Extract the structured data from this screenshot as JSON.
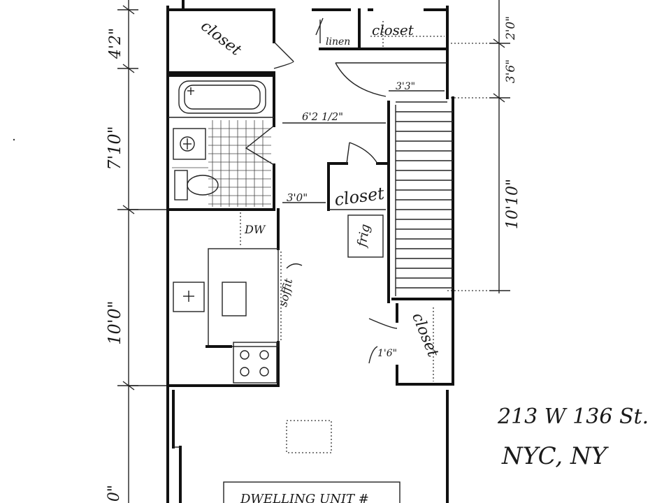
{
  "rooms": {
    "closet_top_left": "closet",
    "linen": "linen",
    "closet_top_right": "closet",
    "closet_middle": "closet",
    "frig": "frig",
    "dw": "DW",
    "soffit": "soffit",
    "closet_lower_right": "closet",
    "dwelling_unit": "DWELLING UNIT #"
  },
  "dimensions": {
    "left_top": "4'2\"",
    "left_bath": "7'10\"",
    "left_kitchen": "10'0\"",
    "left_bottom": "0\"",
    "right_top": "2'0\"",
    "right_second": "3'6\"",
    "right_stair": "10'10\"",
    "hall_width": "6'2 1/2\"",
    "stair_width": "3'3\"",
    "door_width": "3'0\"",
    "closet_depth": "1'6\""
  },
  "address": {
    "street": "213 W 136 St.",
    "city": "NYC, NY"
  }
}
